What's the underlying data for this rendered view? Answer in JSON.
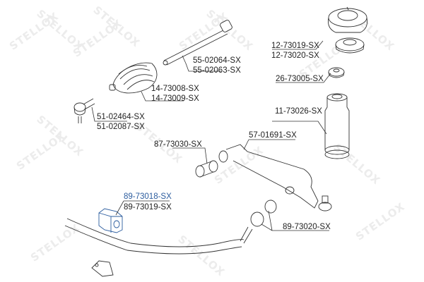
{
  "diagram": {
    "watermark": "STELLOX",
    "highlight_color": "#2b5c9e",
    "line_color": "#333333",
    "parts": [
      {
        "id": "strut-mount",
        "labels": [
          "12-73019-SX",
          "12-73020-SX"
        ]
      },
      {
        "id": "strut-bearing",
        "labels": [
          "26-73005-SX"
        ]
      },
      {
        "id": "rack-end",
        "labels": [
          "55-02064-SX",
          "55-02063-SX"
        ]
      },
      {
        "id": "steering-boot",
        "labels": [
          "14-73008-SX",
          "14-73009-SX"
        ]
      },
      {
        "id": "tie-rod-end",
        "labels": [
          "51-02464-SX",
          "51-02087-SX"
        ]
      },
      {
        "id": "dust-boot",
        "labels": [
          "11-73026-SX"
        ]
      },
      {
        "id": "control-arm",
        "labels": [
          "57-01691-SX"
        ]
      },
      {
        "id": "arm-bushing",
        "labels": [
          "87-73030-SX"
        ]
      },
      {
        "id": "stabilizer-bushing",
        "labels": [
          "89-73018-SX",
          "89-73019-SX"
        ],
        "highlighted_label": "89-73018-SX"
      },
      {
        "id": "link-bushing",
        "labels": [
          "89-73020-SX"
        ]
      }
    ]
  }
}
